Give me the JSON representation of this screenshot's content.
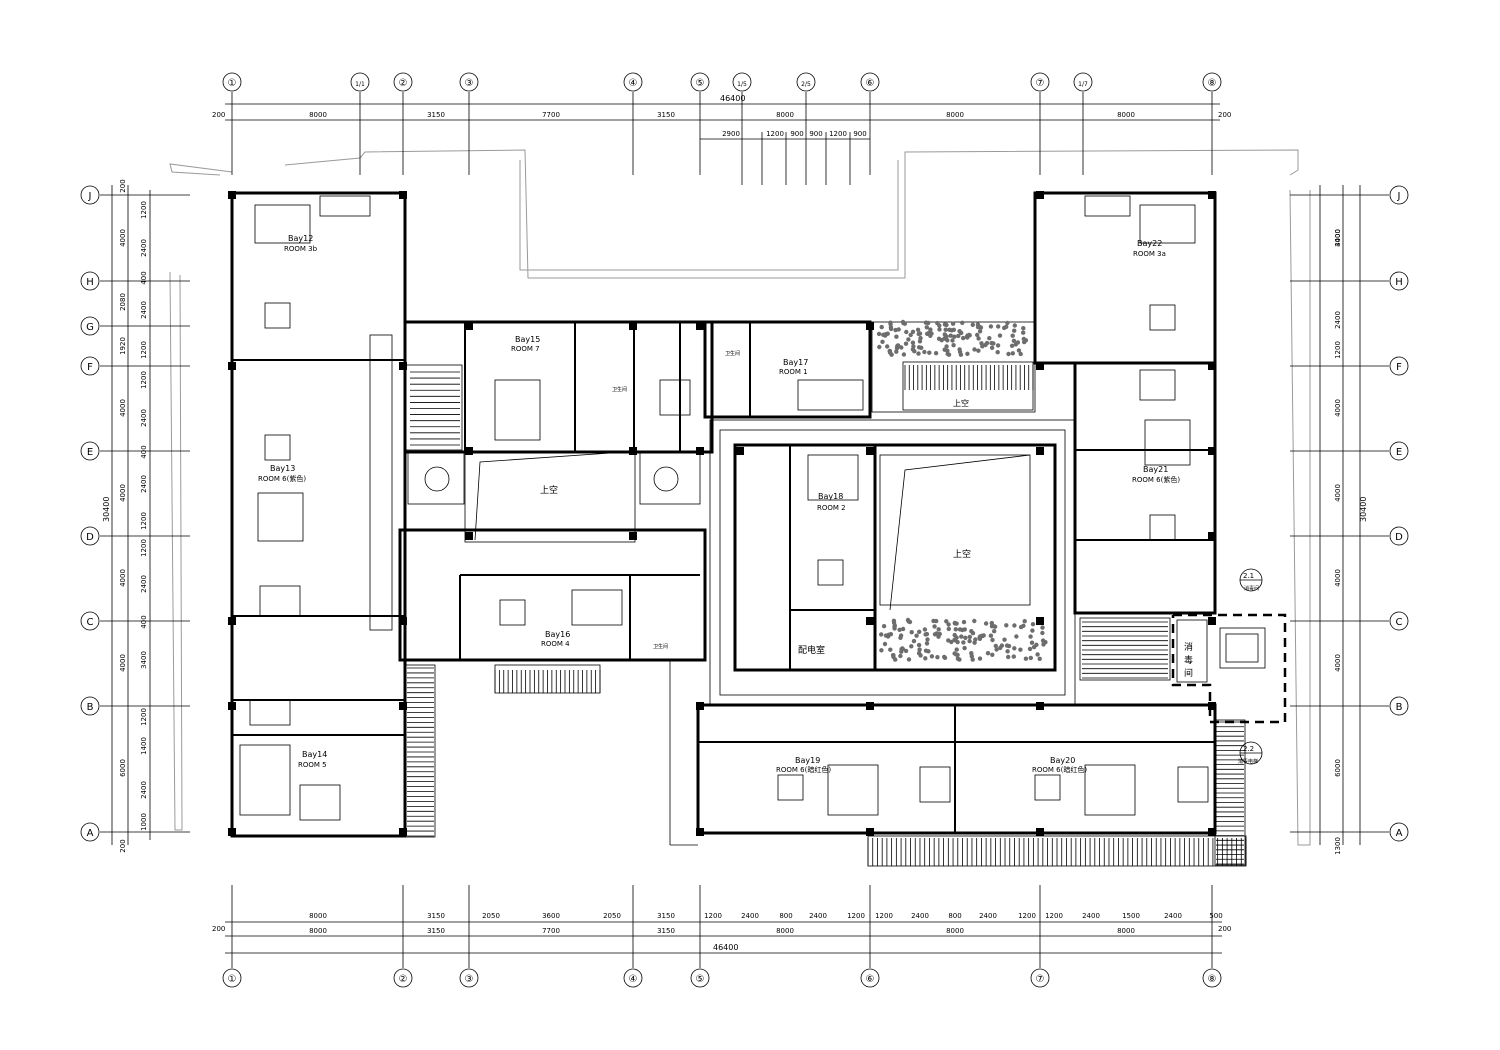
{
  "axes": {
    "top": [
      "①",
      "1/1",
      "②",
      "③",
      "④",
      "⑤",
      "1/5",
      "2/5",
      "⑥",
      "⑦",
      "1/7",
      "⑧"
    ],
    "bottom": [
      "①",
      "②",
      "③",
      "④",
      "⑤",
      "⑥",
      "⑦",
      "⑧"
    ],
    "left": [
      "J",
      "H",
      "G",
      "F",
      "E",
      "D",
      "C",
      "B",
      "A"
    ],
    "right": [
      "J",
      "H",
      "F",
      "E",
      "D",
      "C",
      "B",
      "A"
    ]
  },
  "dims": {
    "top_total": "46400",
    "top_row1": [
      "8000",
      "3150",
      "7700",
      "3150",
      "8000",
      "8000",
      "8000"
    ],
    "top_row2": [
      "2900",
      "1200",
      "900",
      "900",
      "1200",
      "900"
    ],
    "bottom_row1": [
      "8000",
      "3150",
      "2050",
      "3600",
      "2050",
      "3150",
      "1200",
      "2400",
      "800",
      "2400",
      "1200",
      "1200",
      "2400",
      "800",
      "2400",
      "1200",
      "1200",
      "2400",
      "1500",
      "2400",
      "500"
    ],
    "bottom_row2": [
      "8000",
      "3150",
      "7700",
      "3150",
      "8000",
      "8000",
      "8000"
    ],
    "bottom_total": "46400",
    "edge_200": "200",
    "left_outer": [
      "200",
      "4000",
      "2080",
      "1920",
      "4000",
      "4000",
      "4000",
      "4000",
      "6000",
      "200"
    ],
    "left_inner": [
      "1200",
      "2400",
      "400",
      "2400",
      "1200",
      "1200",
      "2400",
      "400",
      "2400",
      "1200",
      "1200",
      "2400",
      "400",
      "3400",
      "1200",
      "1400",
      "2400",
      "1000"
    ],
    "left_total": "30400",
    "right_outer": [
      "3400",
      "4000",
      "2400",
      "1200",
      "4000",
      "4000",
      "4000",
      "4000",
      "6000",
      "1300"
    ],
    "right_total": "30400"
  },
  "rooms": [
    {
      "bay": "Bay12",
      "room": "ROOM 3b"
    },
    {
      "bay": "Bay13",
      "room": "ROOM 6(紫色)"
    },
    {
      "bay": "Bay14",
      "room": "ROOM 5"
    },
    {
      "bay": "Bay15",
      "room": "ROOM 7"
    },
    {
      "bay": "Bay16",
      "room": "ROOM 4"
    },
    {
      "bay": "Bay17",
      "room": "ROOM 1"
    },
    {
      "bay": "Bay18",
      "room": "ROOM 2"
    },
    {
      "bay": "Bay19",
      "room": "ROOM 6(暗红色)"
    },
    {
      "bay": "Bay20",
      "room": "ROOM 6(暗红色)"
    },
    {
      "bay": "Bay21",
      "room": "ROOM 6(紫色)"
    },
    {
      "bay": "Bay22",
      "room": "ROOM 3a"
    }
  ],
  "labels": {
    "void": "上空",
    "power_room": "配电室",
    "disinfection": "消毒间",
    "disinfection_v": [
      "消",
      "毒",
      "间"
    ],
    "bathroom": "卫生间",
    "callout_1_num": "2.1",
    "callout_1_text": "消毒间",
    "callout_2_num": "2.2",
    "callout_2_text": "消毒电梯"
  }
}
